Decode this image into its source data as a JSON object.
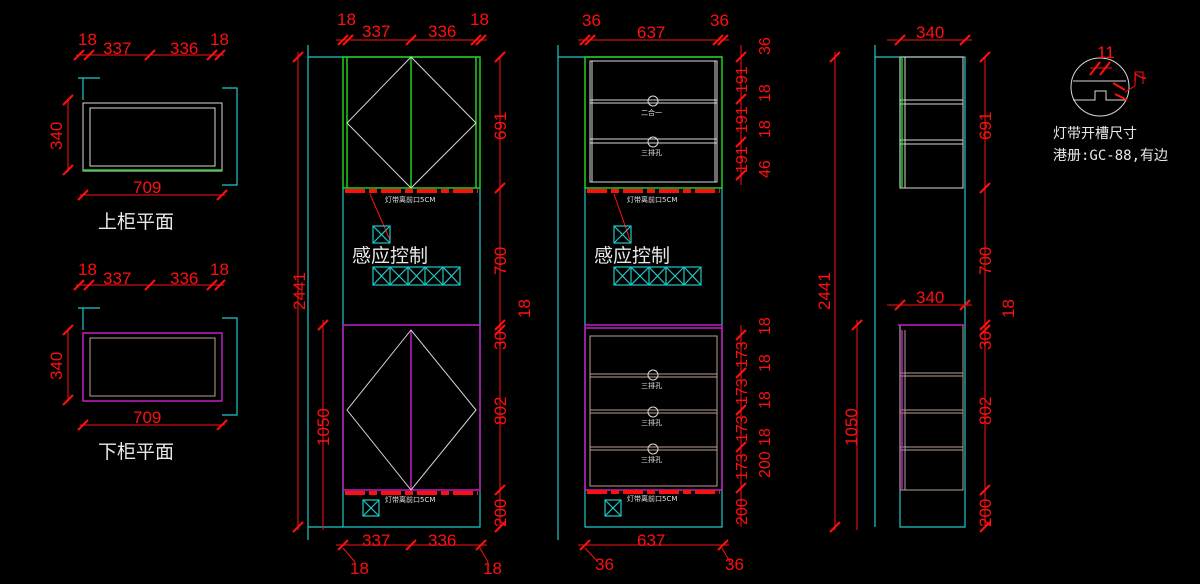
{
  "colors": {
    "dimension": "#ff1010",
    "outline": "#20c8c8",
    "upper_doors": "#20d020",
    "lower_doors": "#c020c0",
    "text": "#e8e8e8"
  },
  "plan_upper": {
    "top_dims": [
      "18",
      "337",
      "336",
      "18"
    ],
    "depth": "340",
    "width": "709",
    "title": "上柜平面"
  },
  "plan_lower": {
    "top_dims": [
      "18",
      "337",
      "336",
      "18"
    ],
    "depth": "340",
    "width": "709",
    "title": "下柜平面"
  },
  "elevation_front": {
    "top_dims": [
      "18",
      "337",
      "336",
      "18"
    ],
    "bottom_dims": [
      "337",
      "336",
      "18",
      "18"
    ],
    "total_height": "2441",
    "lower_height": "1050",
    "right_dims": [
      "691",
      "700",
      "18",
      "30",
      "802",
      "200"
    ],
    "led_note": "灯带离前口5CM",
    "sensor_label": "感应控制"
  },
  "elevation_interior": {
    "top_dims": [
      "36",
      "637",
      "36"
    ],
    "upper_right_dims": [
      "36",
      "191",
      "18",
      "191",
      "18",
      "191",
      "46"
    ],
    "lower_right_dims": [
      "18",
      "173",
      "18",
      "173",
      "18",
      "173",
      "18",
      "173",
      "200"
    ],
    "bottom_dims": [
      "637",
      "36",
      "36"
    ],
    "shelf_labels": [
      "二合一",
      "三排孔",
      "三排孔",
      "三排孔",
      "三排孔"
    ],
    "led_note": "灯带离前口5CM",
    "sensor_label": "感应控制"
  },
  "elevation_side": {
    "top_width": "340",
    "mid_width": "340",
    "total_height": "2441",
    "lower_height": "1050",
    "right_dims": [
      "691",
      "700",
      "18",
      "30",
      "802",
      "200"
    ]
  },
  "detail": {
    "dim_width": "11",
    "dim_depth": "7",
    "title": "灯带开槽尺寸",
    "note": "港册:GC-88,有边"
  }
}
